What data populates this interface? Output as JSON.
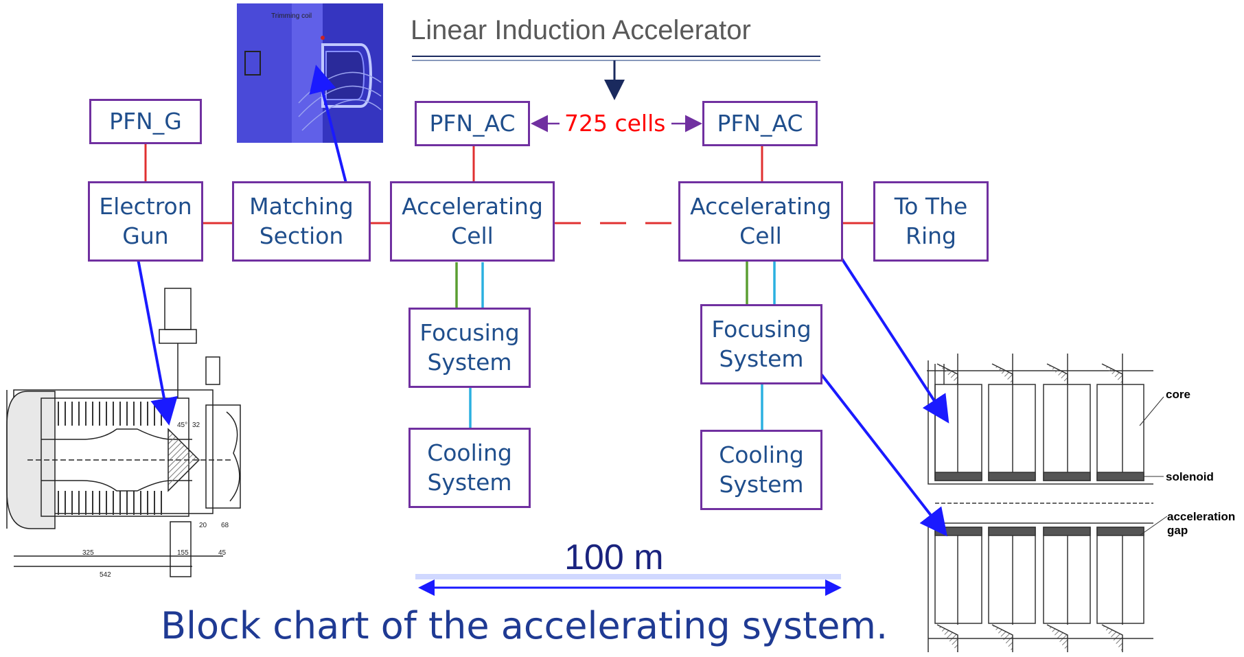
{
  "title": "Linear Induction Accelerator",
  "cells_label": "725 cells",
  "scale_label": "100 m",
  "caption": "Block chart of the accelerating system.",
  "colors": {
    "box_border": "#7030a0",
    "box_text": "#1f4e8c",
    "red_link": "#e03030",
    "green_link": "#5a9e32",
    "cyan_link": "#2bb0e0",
    "blue_arrow": "#1a1aff"
  },
  "blocks": {
    "pfn_g": "PFN_G",
    "pfn_ac_1": "PFN_AC",
    "pfn_ac_2": "PFN_AC",
    "gun_line1": "Electron",
    "gun_line2": "Gun",
    "match_line1": "Matching",
    "match_line2": "Section",
    "acc1_line1": "Accelerating",
    "acc1_line2": "Cell",
    "acc2_line1": "Accelerating",
    "acc2_line2": "Cell",
    "ring_line1": "To The",
    "ring_line2": "Ring",
    "focus1_line1": "Focusing",
    "focus1_line2": "System",
    "focus2_line1": "Focusing",
    "focus2_line2": "System",
    "cool1_line1": "Cooling",
    "cool1_line2": "System",
    "cool2_line1": "Cooling",
    "cool2_line2": "System"
  },
  "images": {
    "coil_label": "Trimming coil",
    "gun_dims": [
      "325",
      "542",
      "155",
      "45",
      "20",
      "68",
      "45°",
      "32"
    ],
    "cell_labels": {
      "core": "core",
      "solenoid": "solenoid",
      "gap_line1": "acceleration",
      "gap_line2": "gap"
    }
  }
}
